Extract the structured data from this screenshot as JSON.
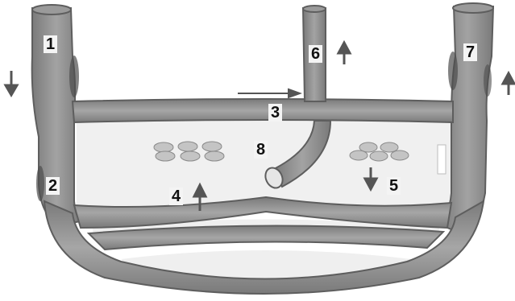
{
  "labels": {
    "l1": "1",
    "l2": "2",
    "l3": "3",
    "l4": "4",
    "l5": "5",
    "l6": "6",
    "l7": "7",
    "l8": "8"
  },
  "colors": {
    "vessel": "#8f8f8f",
    "vessel_dark": "#5e5e5e",
    "interior": "#f0f0f0",
    "cells": "#c4c4c4",
    "arrow": "#555555"
  }
}
